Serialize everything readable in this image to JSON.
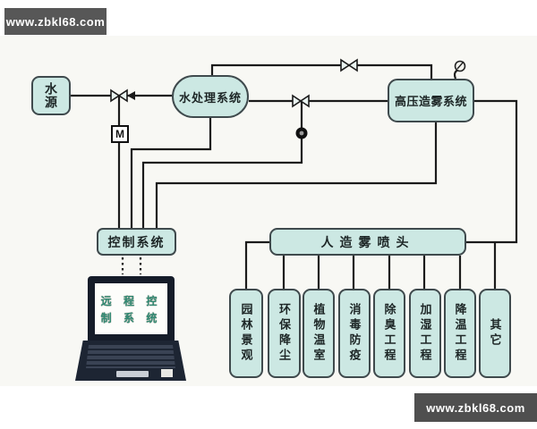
{
  "watermarks": {
    "top": "www.zbkl68.com",
    "bottom": "www.zbkl68.com"
  },
  "nodes": {
    "water_source": "水源",
    "water_treatment": "水处理系统",
    "high_pressure_fog": "高压造雾系统",
    "control_system": "控制系统",
    "fog_nozzle": "人造雾喷头",
    "motor_valve": "M"
  },
  "laptop_screen": {
    "line1": "远 程 控",
    "line2": "制 系 统",
    "full_text": "远程控制系统"
  },
  "applications": [
    "园林景观",
    "环保降尘",
    "植物温室",
    "消毒防疫",
    "除臭工程",
    "加湿工程",
    "降温工程",
    "其它"
  ],
  "icons": [
    "valve-icon",
    "motor-actuator-icon",
    "pressure-sensor-icon",
    "pressure-gauge-icon"
  ],
  "colors": {
    "node_fill": "#cce8e3",
    "node_border": "#3f4a4d",
    "pipe_line": "#1b1b1b",
    "banner_bg": "#575757",
    "banner_text": "#ffffff",
    "screen_text": "#2f8a74",
    "diagram_bg": "#f8f8f4"
  }
}
